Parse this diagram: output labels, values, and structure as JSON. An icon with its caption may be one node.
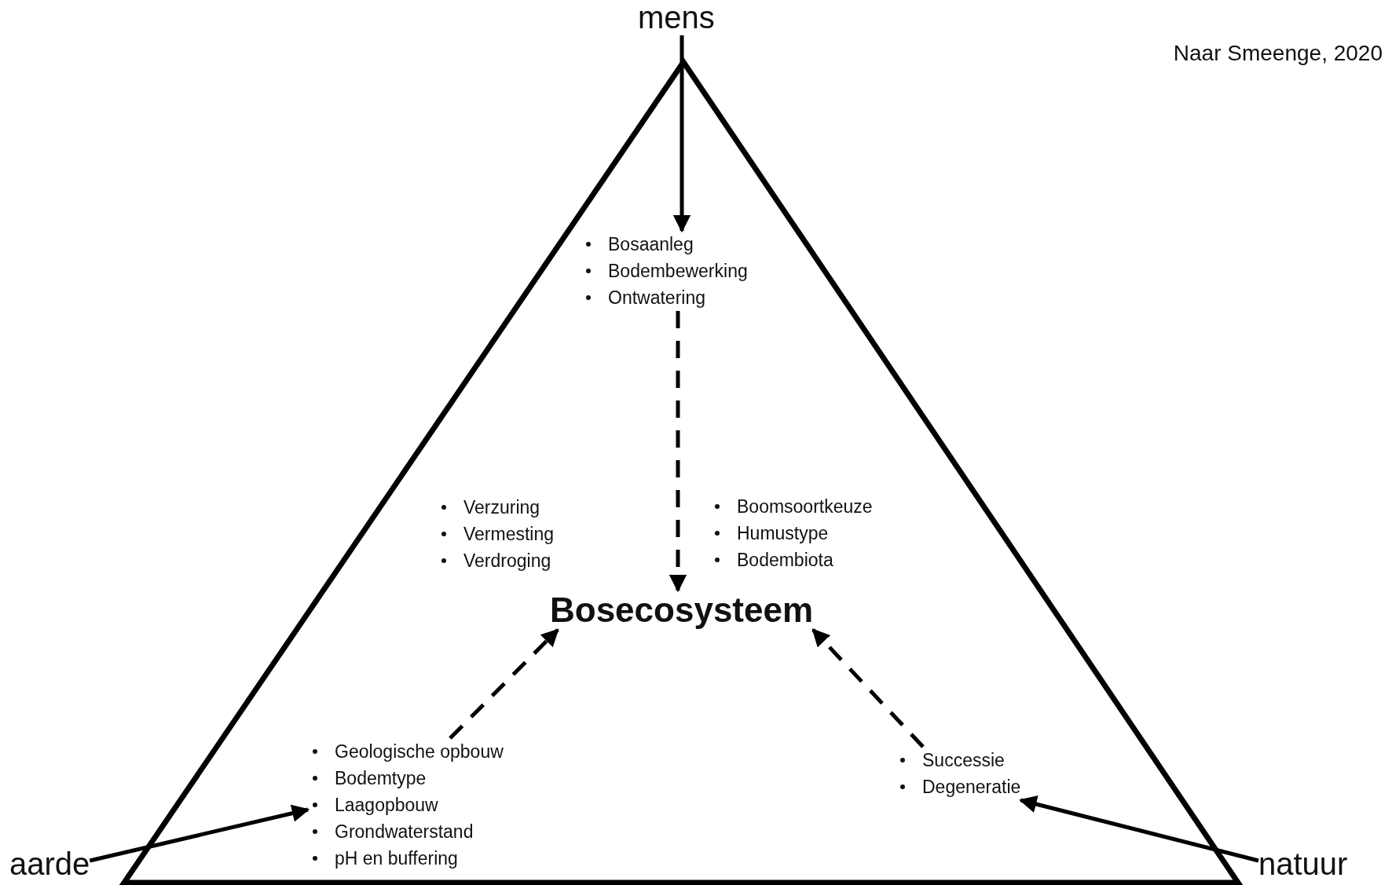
{
  "diagram": {
    "caption": "Naar Smeenge, 2020",
    "nodes": [
      {
        "text": [
          "mens"
        ]
      },
      {
        "text": [
          "aarde"
        ]
      },
      {
        "text": [
          "natuur"
        ]
      },
      {
        "text": [
          "Bosecosysteem"
        ]
      },
      {
        "text": [
          "Bosaanleg",
          "Bodembewerking",
          "Ontwatering"
        ]
      },
      {
        "text": [
          "Verzuring",
          "Vermesting",
          "Verdroging"
        ]
      },
      {
        "text": [
          "Boomsoortkeuze",
          "Humustype",
          "Bodembiota"
        ]
      },
      {
        "text": [
          "Geologische opbouw",
          "Bodemtype",
          "Laagopbouw",
          "Grondwaterstand",
          "pH en buffering"
        ]
      },
      {
        "text": [
          "Successie",
          "Degeneratie"
        ]
      }
    ],
    "edges": [
      {
        "from": 0,
        "to": 4,
        "arrow": "to"
      },
      {
        "from": 4,
        "to": 3,
        "arrow": "to",
        "style": "dashed"
      },
      {
        "from": 1,
        "to": 7,
        "arrow": "to"
      },
      {
        "from": 7,
        "to": 3,
        "arrow": "to",
        "style": "dashed"
      },
      {
        "from": 2,
        "to": 8,
        "arrow": "to"
      },
      {
        "from": 8,
        "to": 3,
        "arrow": "to",
        "style": "dashed"
      }
    ]
  }
}
